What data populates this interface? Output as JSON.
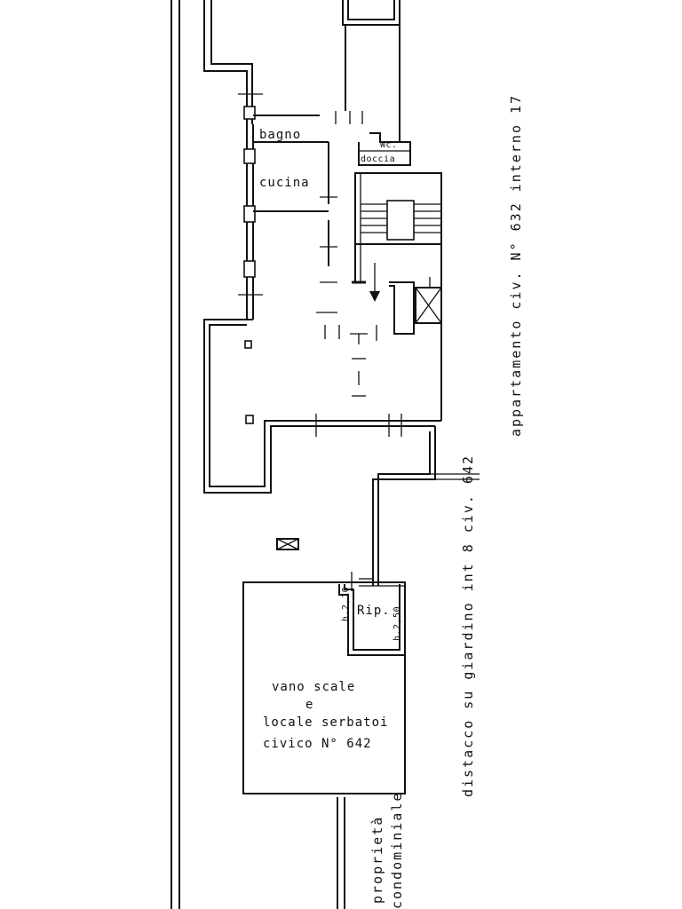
{
  "labels": {
    "bagno": "bagno",
    "wc_line1": "Wc.",
    "wc_line2": "doccia",
    "cucina": "cucina",
    "rip": "Rip.",
    "h_left": "h.2,10",
    "h_right": "h.2,50",
    "vano_line1": "vano scale",
    "vano_line2": "e",
    "vano_line3": "locale serbatoi",
    "vano_line4": "civico N° 642",
    "appartamento": "appartamento   civ. N° 632   interno 17",
    "distacco": "distacco su giardino int 8 civ. 642",
    "proprieta_line1": "proprietà",
    "proprieta_line2": "condominiale"
  }
}
